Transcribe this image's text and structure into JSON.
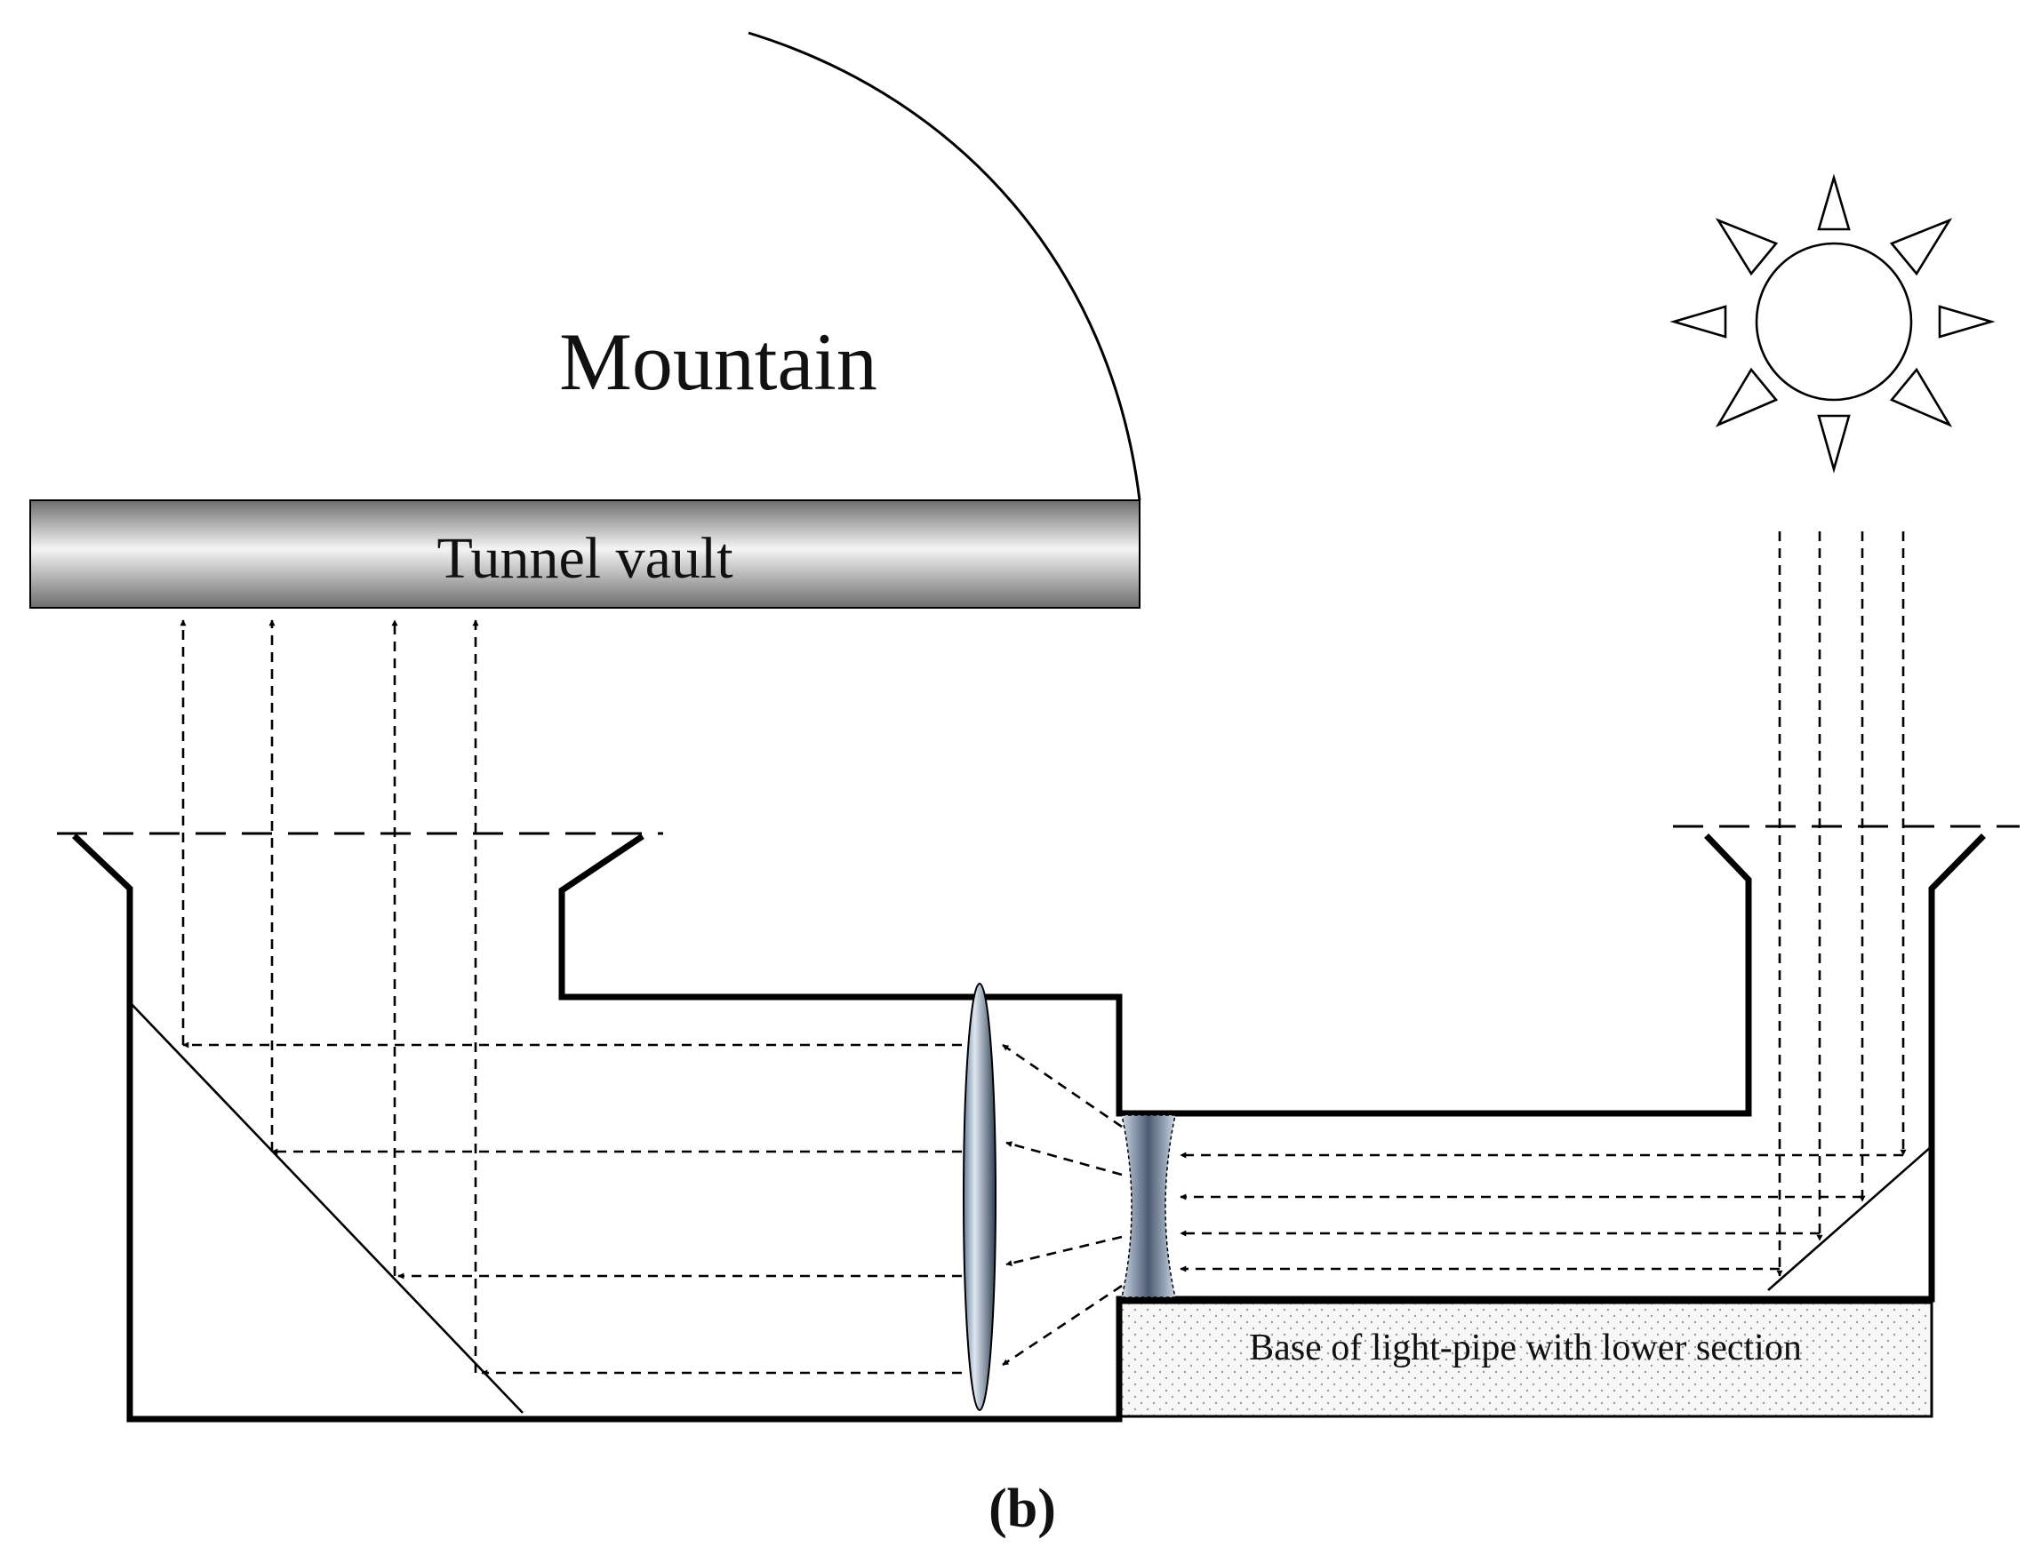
{
  "labels": {
    "mountain": "Mountain",
    "tunnel_vault": "Tunnel vault",
    "base": "Base of light-pipe with lower section",
    "panel": "(b)"
  },
  "colors": {
    "line": "#000000",
    "background": "#ffffff",
    "vault_gradient": [
      "#6e6e6e",
      "#f4f4f4",
      "#6e6e6e"
    ],
    "lens_gradient": [
      "#6b7f97",
      "#dfe8f2",
      "#2f3f55"
    ],
    "base_fill": "#f7f7f7",
    "base_dots": "#9a9a9a"
  },
  "icons": {
    "sun": "sun-icon"
  }
}
